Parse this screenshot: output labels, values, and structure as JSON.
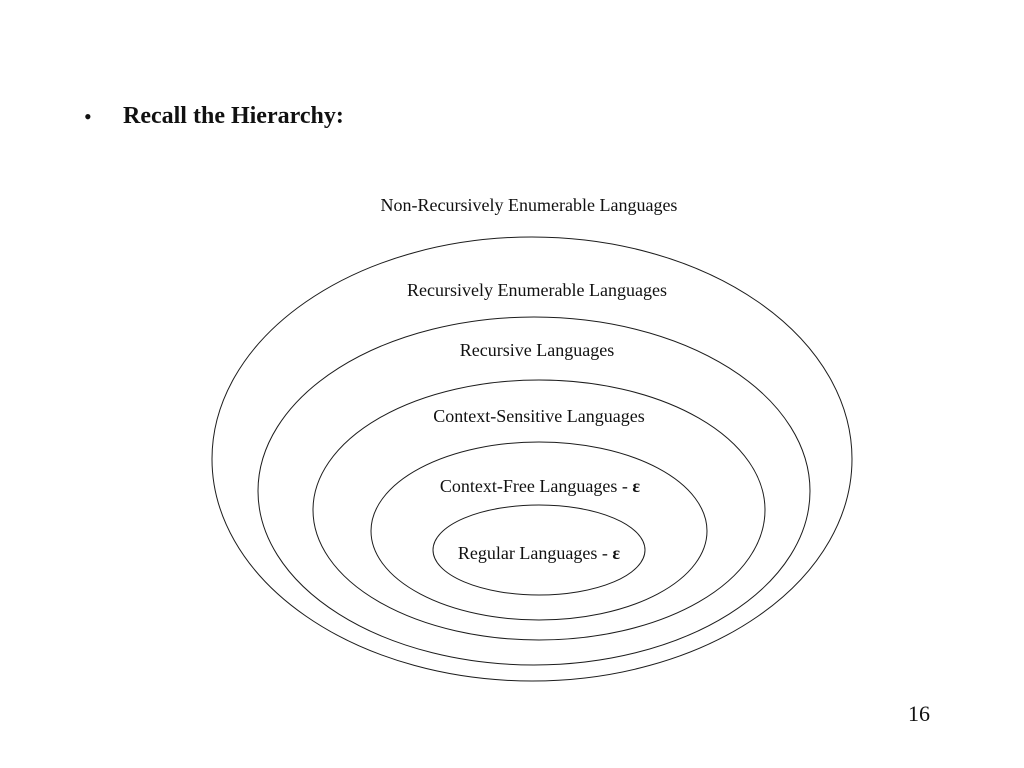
{
  "header": {
    "bullet": "•",
    "title": "Recall the Hierarchy:"
  },
  "diagram": {
    "type": "nested-sets",
    "outer_label": "Non-Recursively Enumerable Languages",
    "sets": [
      {
        "label": "Recursively Enumerable Languages"
      },
      {
        "label": "Recursive Languages"
      },
      {
        "label": "Context-Sensitive Languages"
      },
      {
        "label": "Context-Free Languages - ",
        "suffix": "ε"
      },
      {
        "label": "Regular Languages - ",
        "suffix": "ε"
      }
    ]
  },
  "footer": {
    "page_number": "16"
  },
  "colors": {
    "background": "#ffffff",
    "ink": "#111111",
    "line": "#1c1c1c"
  }
}
